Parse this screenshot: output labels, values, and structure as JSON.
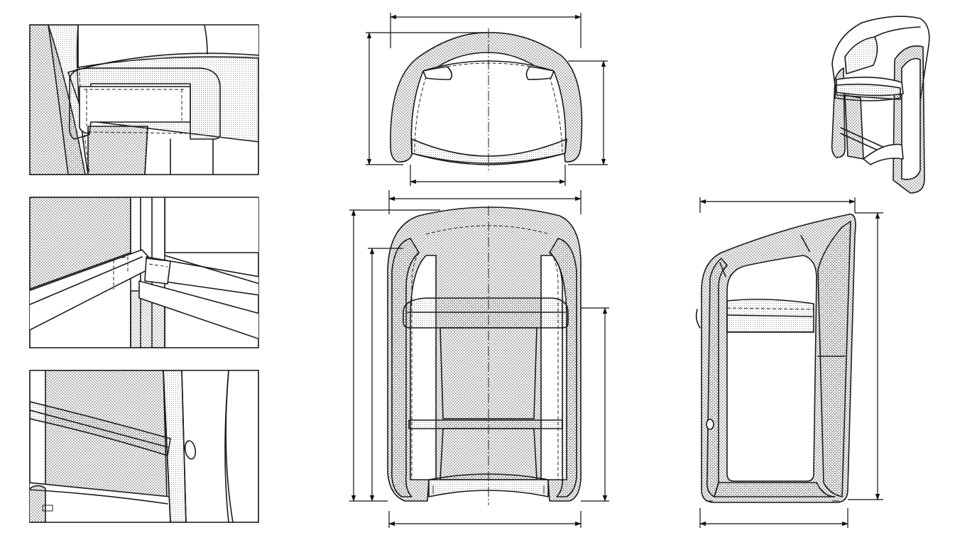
{
  "colors": {
    "line": "#1a1a1a",
    "background": "#ffffff",
    "hatch": "#555555"
  },
  "views": [
    "detail-armrest-joint",
    "detail-frame-corner-joint",
    "detail-footrest-fixing",
    "top-view",
    "perspective-view",
    "front-view",
    "side-view"
  ]
}
